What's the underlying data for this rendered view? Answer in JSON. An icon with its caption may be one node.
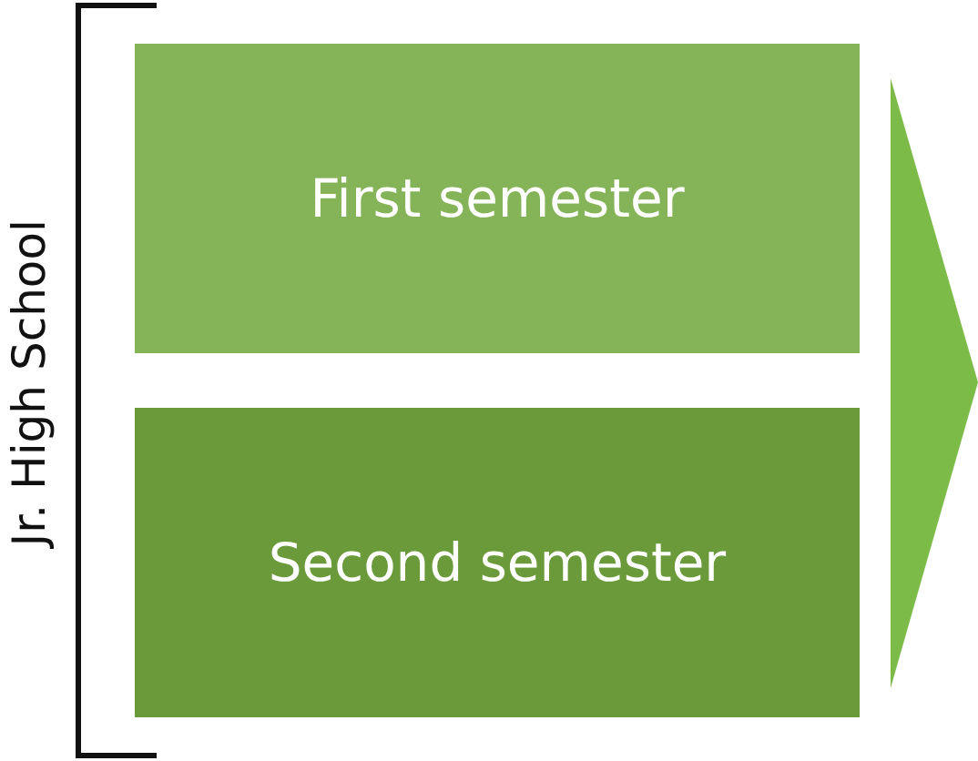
{
  "diagram": {
    "nodes": [
      {
        "text": [
          "First semester"
        ]
      },
      {
        "text": [
          "Second semester"
        ]
      }
    ],
    "labels": [
      "Jr. High School"
    ]
  }
}
